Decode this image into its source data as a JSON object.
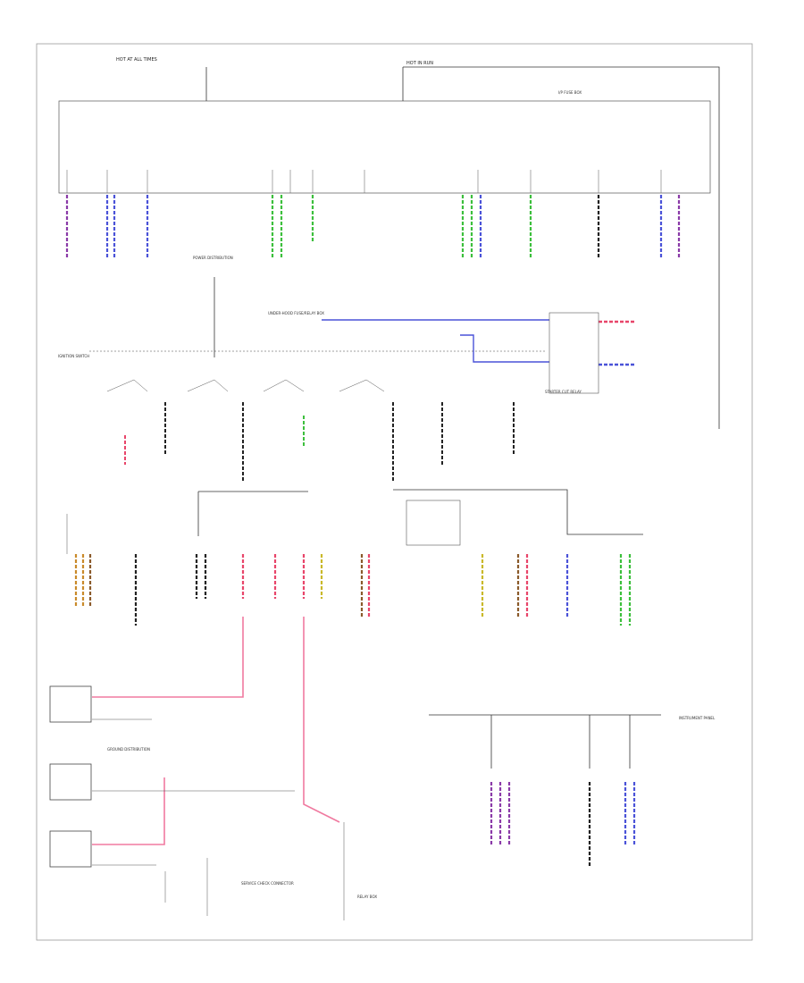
{
  "diagram": {
    "title": "",
    "footer_left": "",
    "top_labels": [
      "HOT AT ALL TIMES",
      "HOT IN RUN",
      "I/P FUSE BOX"
    ],
    "mid_labels": [
      "POWER DISTRIBUTION",
      "UNDER-HOOD FUSE/RELAY BOX",
      "STARTER CUT RELAY",
      "IGNITION SWITCH"
    ],
    "bottom_labels": [
      "GROUND DISTRIBUTION",
      "INSTRUMENT PANEL",
      "RELAY BOX",
      "SERVICE CHECK CONNECTOR"
    ],
    "wire_colors": {
      "red": "#e8456a",
      "blue": "#4a52d8",
      "green": "#3cbf3c",
      "purple": "#8a3aa8",
      "orange": "#c98a2a",
      "yellow": "#c9b82a",
      "brown": "#8a5a2a",
      "pink": "#f07aa0",
      "black": "#222222"
    }
  }
}
